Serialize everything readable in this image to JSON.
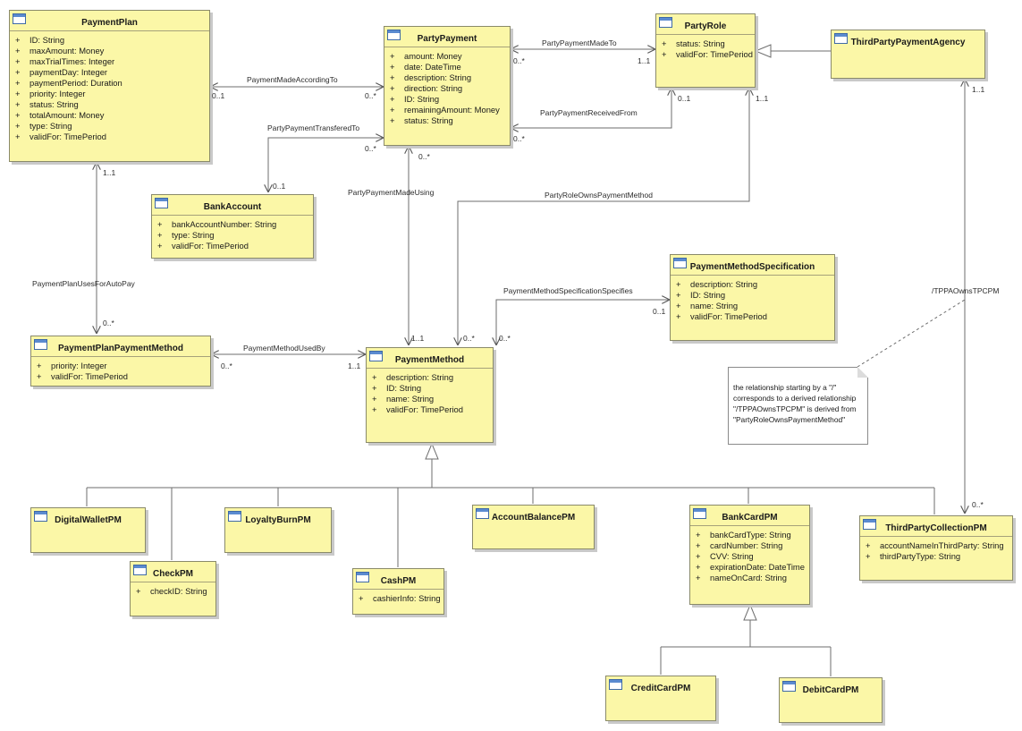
{
  "classes": {
    "payment_plan": {
      "name": "PaymentPlan",
      "attributes": [
        "ID: String",
        "maxAmount: Money",
        "maxTrialTimes: Integer",
        "paymentDay: Integer",
        "paymentPeriod: Duration",
        "priority: Integer",
        "status: String",
        "totalAmount: Money",
        "type: String",
        "validFor: TimePeriod"
      ]
    },
    "party_payment": {
      "name": "PartyPayment",
      "attributes": [
        "amount: Money",
        "date: DateTime",
        "description: String",
        "direction: String",
        "ID: String",
        "remainingAmount: Money",
        "status: String"
      ]
    },
    "party_role": {
      "name": "PartyRole",
      "attributes": [
        "status: String",
        "validFor: TimePeriod"
      ]
    },
    "third_party_payment_agency": {
      "name": "ThirdPartyPaymentAgency",
      "attributes": []
    },
    "bank_account": {
      "name": "BankAccount",
      "attributes": [
        "bankAccountNumber: String",
        "type: String",
        "validFor: TimePeriod"
      ]
    },
    "payment_method_specification": {
      "name": "PaymentMethodSpecification",
      "attributes": [
        "description: String",
        "ID: String",
        "name: String",
        "validFor: TimePeriod"
      ]
    },
    "payment_plan_payment_method": {
      "name": "PaymentPlanPaymentMethod",
      "attributes": [
        "priority: Integer",
        "validFor: TimePeriod"
      ]
    },
    "payment_method": {
      "name": "PaymentMethod",
      "attributes": [
        "description: String",
        "ID: String",
        "name: String",
        "validFor: TimePeriod"
      ]
    },
    "digital_wallet_pm": {
      "name": "DigitalWalletPM",
      "attributes": []
    },
    "check_pm": {
      "name": "CheckPM",
      "attributes": [
        "checkID: String"
      ]
    },
    "loyalty_burn_pm": {
      "name": "LoyaltyBurnPM",
      "attributes": []
    },
    "cash_pm": {
      "name": "CashPM",
      "attributes": [
        "cashierInfo: String"
      ]
    },
    "account_balance_pm": {
      "name": "AccountBalancePM",
      "attributes": []
    },
    "bank_card_pm": {
      "name": "BankCardPM",
      "attributes": [
        "bankCardType: String",
        "cardNumber: String",
        "CVV: String",
        "expirationDate: DateTime",
        "nameOnCard: String"
      ]
    },
    "third_party_collection_pm": {
      "name": "ThirdPartyCollectionPM",
      "attributes": [
        "accountNameInThirdParty: String",
        "thirdPartyType: String"
      ]
    },
    "credit_card_pm": {
      "name": "CreditCardPM",
      "attributes": []
    },
    "debit_card_pm": {
      "name": "DebitCardPM",
      "attributes": []
    }
  },
  "visibility_marker": "+",
  "associations": {
    "party_payment_made_to": "PartyPaymentMadeTo",
    "payment_made_according_to": "PaymentMadeAccordingTo",
    "party_payment_received_from": "PartyPaymentReceivedFrom",
    "party_payment_transfered_to": "PartyPaymentTransferedTo",
    "party_payment_made_using": "PartyPaymentMadeUsing",
    "party_role_owns_payment_method": "PartyRoleOwnsPaymentMethod",
    "payment_method_specification_specifies": "PaymentMethodSpecificationSpecifies",
    "payment_plan_uses_for_auto_pay": "PaymentPlanUsesForAutoPay",
    "payment_method_used_by": "PaymentMethodUsedBy",
    "tppa_owns_tpcpm": "/TPPAOwnsTPCPM"
  },
  "multiplicities": {
    "made_to_pp": "0..*",
    "made_to_pr": "1..1",
    "according_pplan": "0..1",
    "according_pp": "0..*",
    "received_pp": "0..*",
    "received_pr": "0..1",
    "transfered_pp": "0..*",
    "transfered_ba": "0..1",
    "pplan_autopay": "1..1",
    "pppm_autopay": "0..*",
    "made_using_pp": "0..*",
    "made_using_pm": "1..1",
    "owns_pr": "1..1",
    "owns_pm": "0..*",
    "spec_pm": "0..*",
    "spec_pms": "0..1",
    "used_by_pppm": "0..*",
    "used_by_pm": "1..1",
    "tppa_top": "1..1",
    "tppa_bottom": "0..*"
  },
  "note": {
    "lines": [
      "the relationship starting by a \"/\"",
      "corresponds to a derived relationship",
      "\"/TPPAOwnsTPCPM\" is derived from",
      "\"PartyRoleOwnsPaymentMethod\""
    ]
  }
}
